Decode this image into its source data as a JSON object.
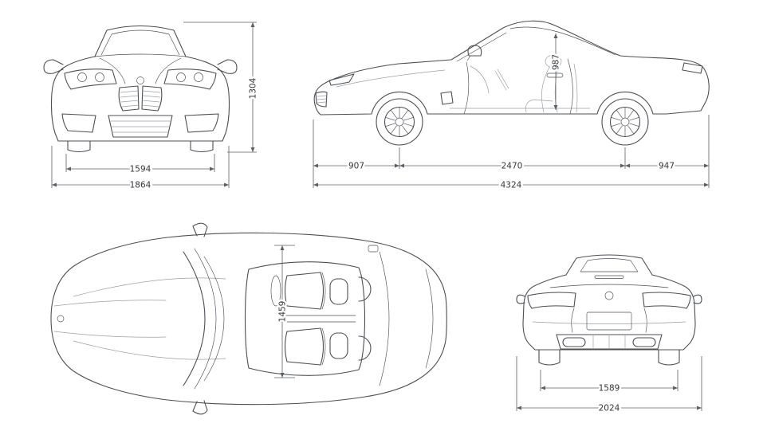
{
  "page": {
    "background": "#ffffff"
  },
  "diagram": {
    "subject": "roadster-dimension-blueprint",
    "line_color": "#4b4f54",
    "views": {
      "front": {
        "name": "front-view",
        "dimensions": {
          "track_width": "1594",
          "overall_width": "1864",
          "overall_height": "1304"
        }
      },
      "side": {
        "name": "side-view",
        "dimensions": {
          "front_overhang": "907",
          "wheelbase": "2470",
          "rear_overhang": "947",
          "overall_length": "4324",
          "cabin_height": "987"
        }
      },
      "top": {
        "name": "top-view",
        "dimensions": {
          "interior_width": "1459"
        }
      },
      "rear": {
        "name": "rear-view",
        "dimensions": {
          "rear_track": "1589",
          "width_incl_mirrors": "2024"
        }
      }
    }
  }
}
